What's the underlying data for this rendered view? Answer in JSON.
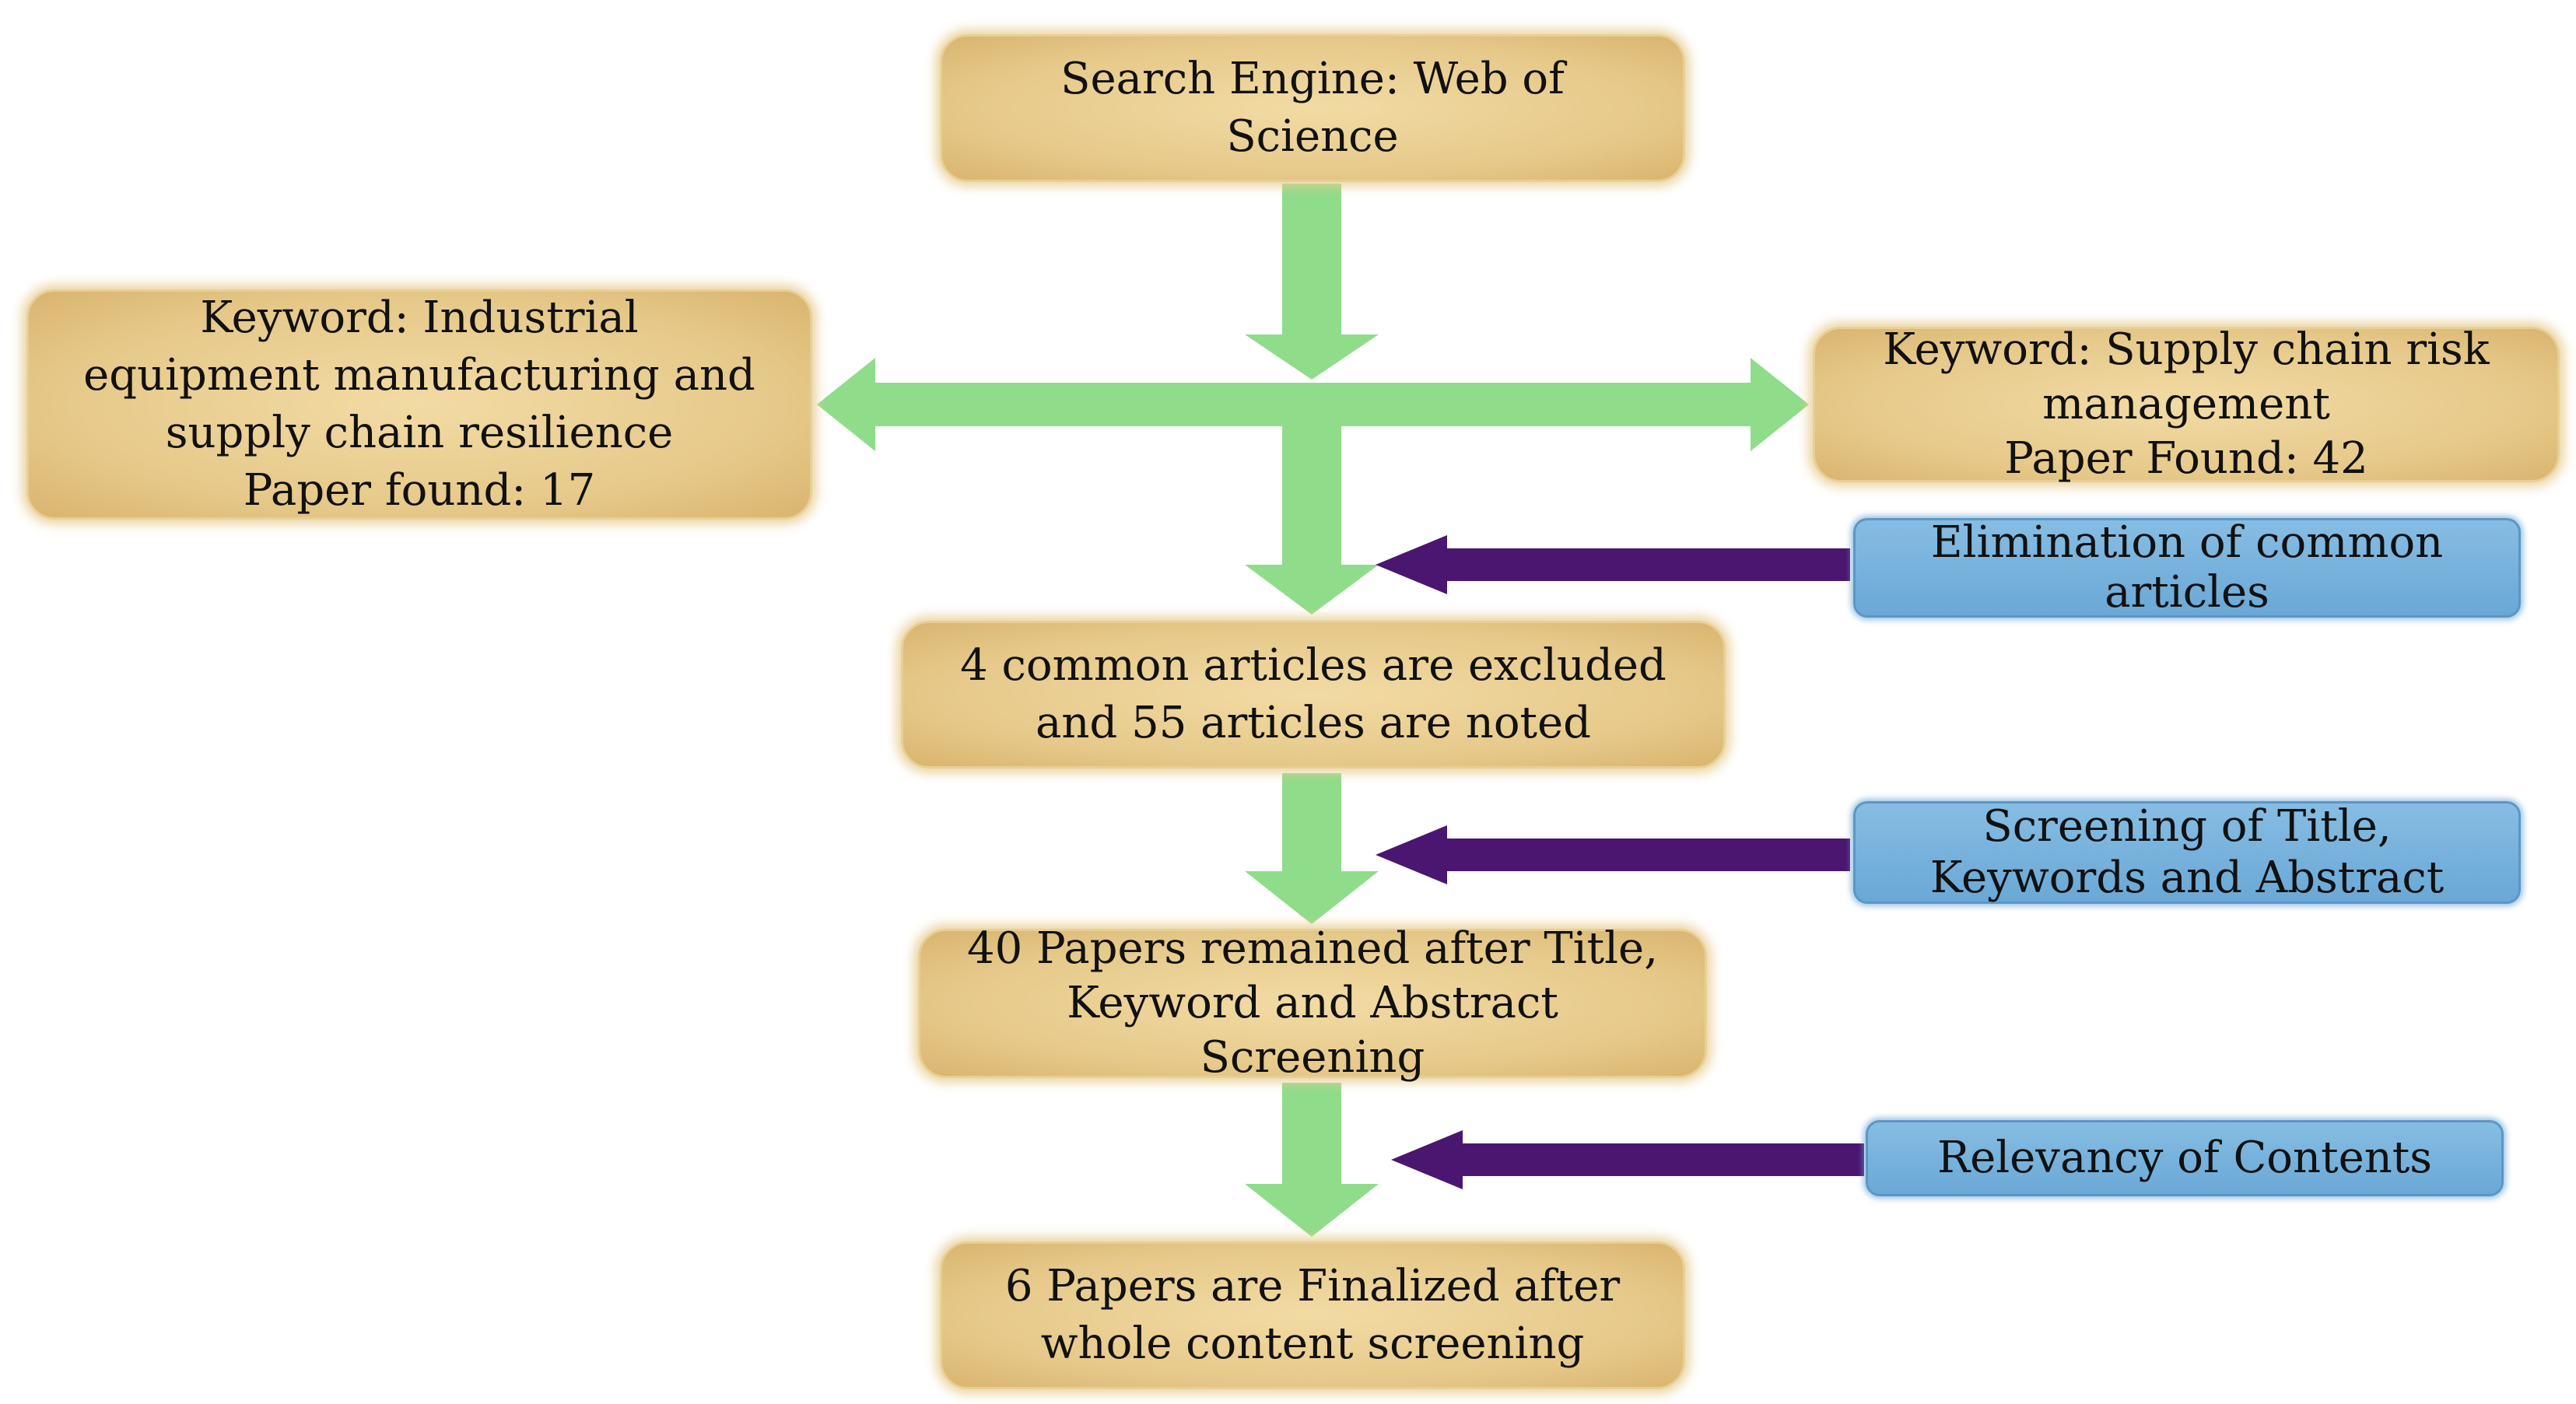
{
  "nodes": {
    "search_engine": {
      "lines": [
        "Search Engine: Web of",
        "Science"
      ]
    },
    "keyword_left": {
      "lines": [
        "Keyword: Industrial",
        "equipment manufacturing and",
        "supply chain resilience",
        "Paper found: 17"
      ]
    },
    "keyword_right": {
      "lines": [
        "Keyword: Supply chain risk",
        "management",
        "Paper Found: 42"
      ]
    },
    "common_articles": {
      "lines": [
        "4 common articles are excluded",
        "and 55 articles are noted"
      ]
    },
    "remained_40": {
      "lines": [
        "40 Papers remained after Title,",
        "Keyword and Abstract",
        "Screening"
      ]
    },
    "finalized_6": {
      "lines": [
        "6 Papers are Finalized after",
        "whole content screening"
      ]
    }
  },
  "steps": {
    "elimination": {
      "lines": [
        "Elimination of common",
        "articles"
      ]
    },
    "screening": {
      "lines": [
        "Screening of Title,",
        "Keywords and Abstract"
      ]
    },
    "relevancy": {
      "lines": [
        "Relevancy of Contents"
      ]
    }
  },
  "colors": {
    "node_fill": "#e6c98a",
    "step_fill": "#6aa8d6",
    "flow_arrow": "#8fdc8a",
    "step_arrow": "#4a1670"
  }
}
